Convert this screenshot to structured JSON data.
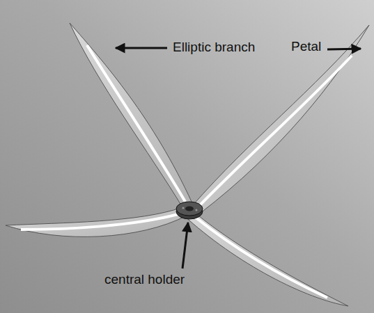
{
  "diagram": {
    "labels": [
      "Petal",
      "Elliptic branch",
      "central holder"
    ]
  }
}
